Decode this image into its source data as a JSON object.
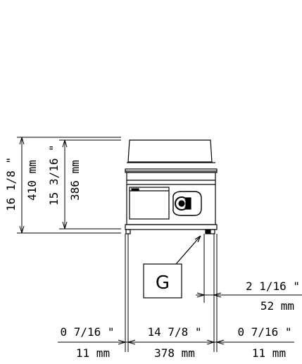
{
  "dimensions": {
    "overall_height_in": "16 1/8 \"",
    "overall_height_mm": "410 mm",
    "body_height_in": "15 3/16 \"",
    "body_height_mm": "386 mm",
    "offset_right_in": "2 1/16 \"",
    "offset_right_mm": "52 mm",
    "left_gap_in": "0 7/16 \"",
    "left_gap_mm": "11 mm",
    "width_in": "14 7/8 \"",
    "width_mm": "378 mm",
    "right_gap_in": "0 7/16 \"",
    "right_gap_mm": "11 mm"
  },
  "callout": {
    "label": "G"
  },
  "colors": {
    "line": "#000000",
    "background": "#ffffff"
  }
}
